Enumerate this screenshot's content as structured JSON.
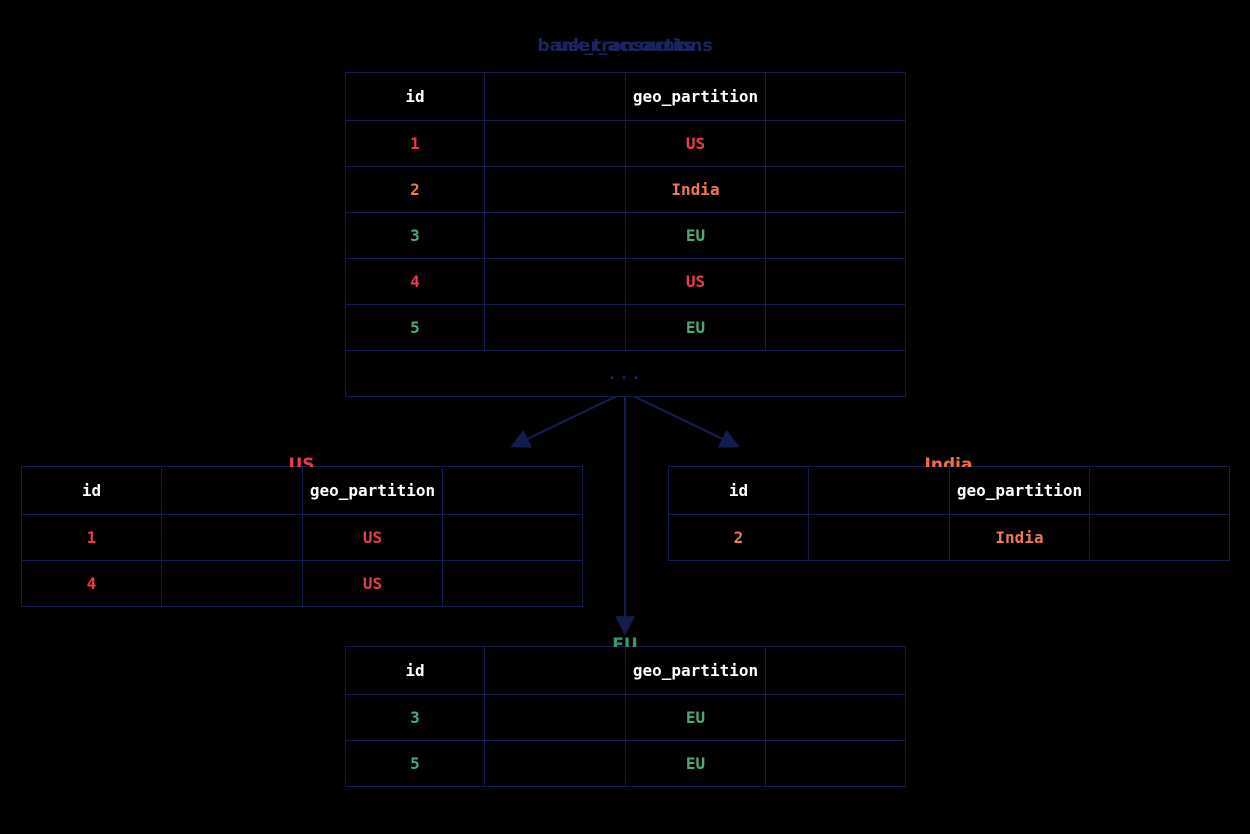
{
  "diagram": {
    "title_overlay_a": "bank_transactions",
    "title_overlay_b": "user_accounts",
    "ellipsis": "..."
  },
  "colors": {
    "main_header": "#3f62b8",
    "us_header": "#ee3b4b",
    "india_header": "#f06f43",
    "eu_header": "#3a9768",
    "border": "#141b4d",
    "background": "#000000",
    "title_text": "#1a2460"
  },
  "main_table": {
    "title": "bank_transactions",
    "columns": [
      "id",
      "",
      "geo_partition",
      ""
    ],
    "rows": [
      {
        "id": "1",
        "c2": "",
        "geo_partition": "US",
        "c4": "",
        "tone": "us"
      },
      {
        "id": "2",
        "c2": "",
        "geo_partition": "India",
        "c4": "",
        "tone": "india"
      },
      {
        "id": "3",
        "c2": "",
        "geo_partition": "EU",
        "c4": "",
        "tone": "eu"
      },
      {
        "id": "4",
        "c2": "",
        "geo_partition": "US",
        "c4": "",
        "tone": "us"
      },
      {
        "id": "5",
        "c2": "",
        "geo_partition": "EU",
        "c4": "",
        "tone": "eu"
      }
    ],
    "ellipsis_row": "..."
  },
  "partitions": [
    {
      "key": "us",
      "title": "US",
      "columns": [
        "id",
        "",
        "geo_partition",
        ""
      ],
      "rows": [
        {
          "id": "1",
          "c2": "",
          "geo_partition": "US",
          "c4": ""
        },
        {
          "id": "4",
          "c2": "",
          "geo_partition": "US",
          "c4": ""
        }
      ]
    },
    {
      "key": "india",
      "title": "India",
      "columns": [
        "id",
        "",
        "geo_partition",
        ""
      ],
      "rows": [
        {
          "id": "2",
          "c2": "",
          "geo_partition": "India",
          "c4": ""
        }
      ]
    },
    {
      "key": "eu",
      "title": "EU",
      "columns": [
        "id",
        "",
        "geo_partition",
        ""
      ],
      "rows": [
        {
          "id": "3",
          "c2": "",
          "geo_partition": "EU",
          "c4": ""
        },
        {
          "id": "5",
          "c2": "",
          "geo_partition": "EU",
          "c4": ""
        }
      ]
    }
  ]
}
